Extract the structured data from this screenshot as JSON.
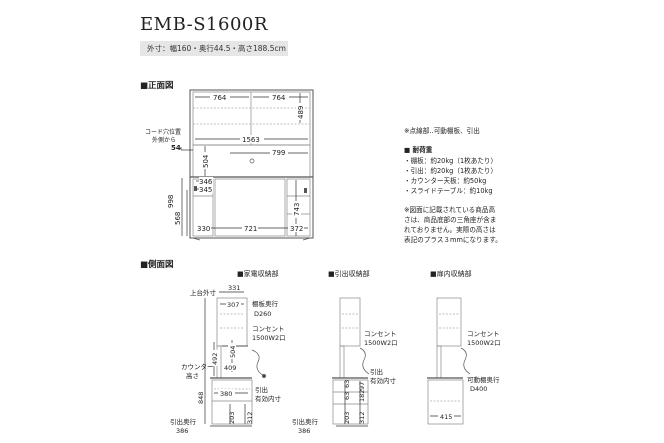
{
  "header": {
    "model": "EMB-S1600R",
    "dims": "外寸：幅160・奥行44.5・高さ188.5cm"
  },
  "front": {
    "heading": "■正面図",
    "labels": {
      "d764a": "764",
      "d764b": "764",
      "d489": "489",
      "d1563": "1563",
      "d504": "504",
      "d799": "799",
      "d346": "346",
      "d345": "345",
      "d998": "998",
      "d568": "568",
      "d743": "743",
      "d330": "330",
      "d721": "721",
      "d372": "372",
      "cord1": "コード穴位置",
      "cord2": "外側から",
      "cord3": "54"
    }
  },
  "notes": {
    "dotted": "※点線部‥可動棚板、引出",
    "load_title": "■ 耐荷重",
    "load_items": [
      "・棚板：約20kg（1枚あたり）",
      "・引出：約20kg（1枚あたり）",
      "・カウンター天板：約50kg",
      "・スライドテーブル：約10kg"
    ],
    "footnote": [
      "※図面に記載されている商品高",
      "さは、商品底部の三角座が含ま",
      "れておりません。実際の高さは",
      "表記のプラス３mmになります。"
    ]
  },
  "side": {
    "heading": "■側面図",
    "appliance": {
      "title": "■家電収納部",
      "top_depth": "上台外寸",
      "d331": "331",
      "d307": "307",
      "shelf1": "棚板奥行",
      "shelf2": "D260",
      "outlet1": "コンセント",
      "outlet2": "1500W2口",
      "d492": "492",
      "d504": "504",
      "d409": "409",
      "counter1": "カウンター",
      "counter2": "高さ",
      "d380": "380",
      "pull1": "引出",
      "pull2": "有効内寸",
      "d848": "848",
      "d203": "203",
      "d312": "312",
      "drawer1": "引出奥行",
      "drawer2": "386"
    },
    "drawer": {
      "title": "■引出収納部",
      "outlet1": "コンセント",
      "outlet2": "1500W2口",
      "pull1": "引出",
      "pull2": "有効内寸",
      "d63a": "63",
      "d63b": "63",
      "d97": "97",
      "d182": "182",
      "d203": "203",
      "d312": "312",
      "drawer1": "引出奥行",
      "drawer2": "386"
    },
    "door": {
      "title": "■扉内収納部",
      "outlet1": "コンセント",
      "outlet2": "1500W2口",
      "shelf1": "可動棚奥行",
      "shelf2": "D400",
      "d415": "415"
    }
  }
}
